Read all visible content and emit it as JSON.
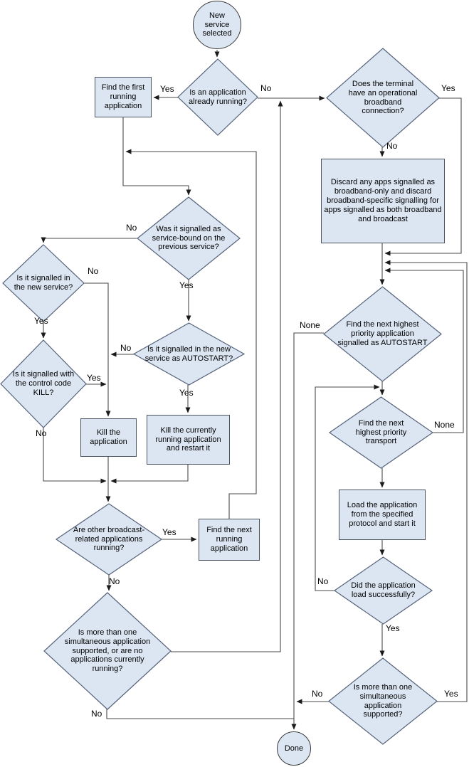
{
  "colors": {
    "node_fill": "#dce6f2",
    "node_border": "#4a5260",
    "edge_line": "#4a4a4a",
    "text": "#000000"
  },
  "nodes": {
    "start": {
      "text": "New service selected"
    },
    "d1": {
      "text": "Is an application already running?"
    },
    "b1": {
      "text": "Find the first running application"
    },
    "d2": {
      "text": "Does the terminal have an operational broadband connection?"
    },
    "b2": {
      "text": "Discard any apps signalled as broadband-only and discard broadband-specific signalling for apps signalled as both broadband and broadcast"
    },
    "d3": {
      "text": "Was it signalled as service-bound on the previous service?"
    },
    "d4": {
      "text": "Is it signalled in the new service?"
    },
    "d5": {
      "text": "Is it signalled in the new service as AUTOSTART?"
    },
    "d6": {
      "text": "Is it signalled with the control code KILL?"
    },
    "b3": {
      "text": "Kill the application"
    },
    "b4": {
      "text": "Kill the currently running application and restart it"
    },
    "d7": {
      "text": "Are other broadcast-related applications running?"
    },
    "b5": {
      "text": "Find the next running application"
    },
    "d8": {
      "text": "Is more than one simultaneous application supported, or are no applications currently running?"
    },
    "d9": {
      "text": "Find the next highest priority application signalled as AUTOSTART"
    },
    "d10": {
      "text": "Find the next highest priority transport"
    },
    "b6": {
      "text": "Load the application from the specified protocol and start it"
    },
    "d11": {
      "text": "Did the application load successfully?"
    },
    "d12": {
      "text": "Is more than one simultaneous application supported?"
    },
    "end": {
      "text": "Done"
    }
  },
  "labels": {
    "d1_yes": "Yes",
    "d1_no": "No",
    "d2_yes": "Yes",
    "d2_no": "No",
    "d3_no": "No",
    "d3_yes": "Yes",
    "d4_no": "No",
    "d4_yes": "Yes",
    "d5_no": "No",
    "d5_yes": "Yes",
    "d6_yes": "Yes",
    "d6_no": "No",
    "d7_yes": "Yes",
    "d7_no": "No",
    "d8_no": "No",
    "d9_none": "None",
    "d10_none": "None",
    "d11_no": "No",
    "d11_yes": "Yes",
    "d12_no": "No",
    "d12_yes": "Yes"
  }
}
